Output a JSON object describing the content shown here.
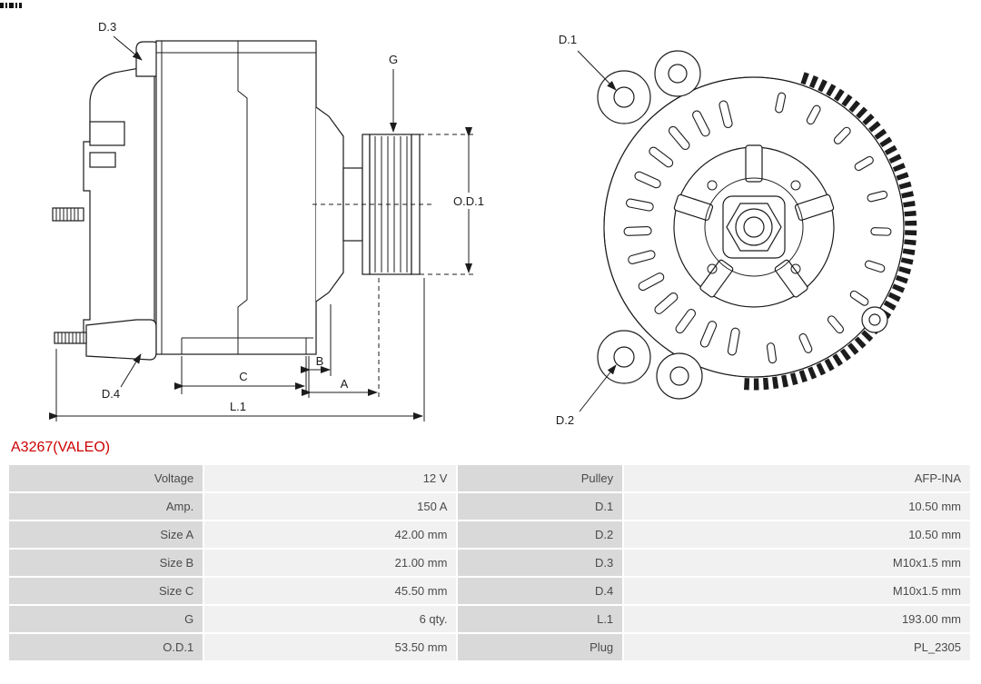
{
  "title": "A3267(VALEO)",
  "colors": {
    "accent_red": "#cc0000",
    "label_cell_bg": "#d9d9d9",
    "value_cell_bg": "#f1f1f1",
    "line_color": "#1c1c1c"
  },
  "diagram": {
    "labels": {
      "d1": "D.1",
      "d2": "D.2",
      "d3": "D.3",
      "d4": "D.4",
      "g": "G",
      "od1": "O.D.1",
      "a": "A",
      "b": "B",
      "c": "C",
      "l1": "L.1"
    }
  },
  "table": {
    "rows": [
      {
        "l1": "Voltage",
        "v1": "12 V",
        "l2": "Pulley",
        "v2": "AFP-INA"
      },
      {
        "l1": "Amp.",
        "v1": "150 A",
        "l2": "D.1",
        "v2": "10.50 mm"
      },
      {
        "l1": "Size A",
        "v1": "42.00 mm",
        "l2": "D.2",
        "v2": "10.50 mm"
      },
      {
        "l1": "Size B",
        "v1": "21.00 mm",
        "l2": "D.3",
        "v2": "M10x1.5 mm"
      },
      {
        "l1": "Size C",
        "v1": "45.50 mm",
        "l2": "D.4",
        "v2": "M10x1.5 mm"
      },
      {
        "l1": "G",
        "v1": "6 qty.",
        "l2": "L.1",
        "v2": "193.00 mm"
      },
      {
        "l1": "O.D.1",
        "v1": "53.50 mm",
        "l2": "Plug",
        "v2": "PL_2305"
      }
    ]
  }
}
